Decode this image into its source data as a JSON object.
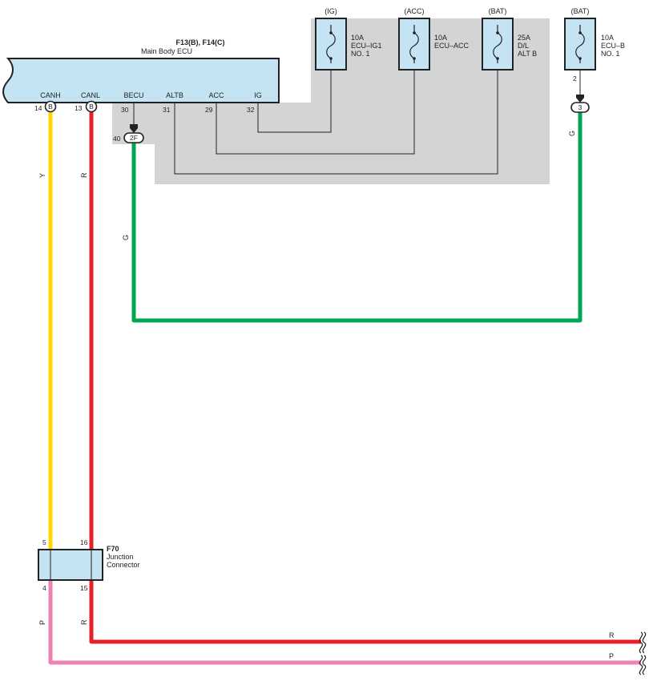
{
  "ecu": {
    "title": "F13(B), F14(C)",
    "name": "Main Body ECU",
    "terminals": [
      {
        "label": "CANH",
        "pin": "14",
        "conn": "B"
      },
      {
        "label": "CANL",
        "pin": "13",
        "conn": "B"
      },
      {
        "label": "BECU",
        "pin": "30"
      },
      {
        "label": "ALTB",
        "pin": "31"
      },
      {
        "label": "ACC",
        "pin": "29"
      },
      {
        "label": "IG",
        "pin": "32"
      }
    ]
  },
  "junction_2f": {
    "pin": "40",
    "conn": "2F"
  },
  "fuses": [
    {
      "source": "(IG)",
      "rating": "10A",
      "line1": "ECU–IG1",
      "line2": "NO. 1"
    },
    {
      "source": "(ACC)",
      "rating": "10A",
      "line1": "ECU–ACC",
      "line2": ""
    },
    {
      "source": "(BAT)",
      "rating": "25A",
      "line1": "D/L",
      "line2": "ALT B"
    },
    {
      "source": "(BAT)",
      "rating": "10A",
      "line1": "ECU–B",
      "line2": "NO. 1",
      "pin": "2",
      "conn": "3"
    }
  ],
  "junction_connector": {
    "id": "F70",
    "name_line1": "Junction",
    "name_line2": "Connector",
    "pins": {
      "top_left": "5",
      "top_right": "16",
      "bottom_left": "4",
      "bottom_right": "15"
    }
  },
  "wires": {
    "canh_color": "Y",
    "canl_color": "R",
    "becu_color": "G",
    "ecub_color": "G",
    "out_r_color": "R",
    "out_p_color": "P"
  },
  "colors": {
    "yellow": "#FFD700",
    "red": "#E8202A",
    "green": "#00A650",
    "pink": "#EE82B4",
    "ecu_fill": "#C4E4F4",
    "shade": "#D3D4D6"
  }
}
